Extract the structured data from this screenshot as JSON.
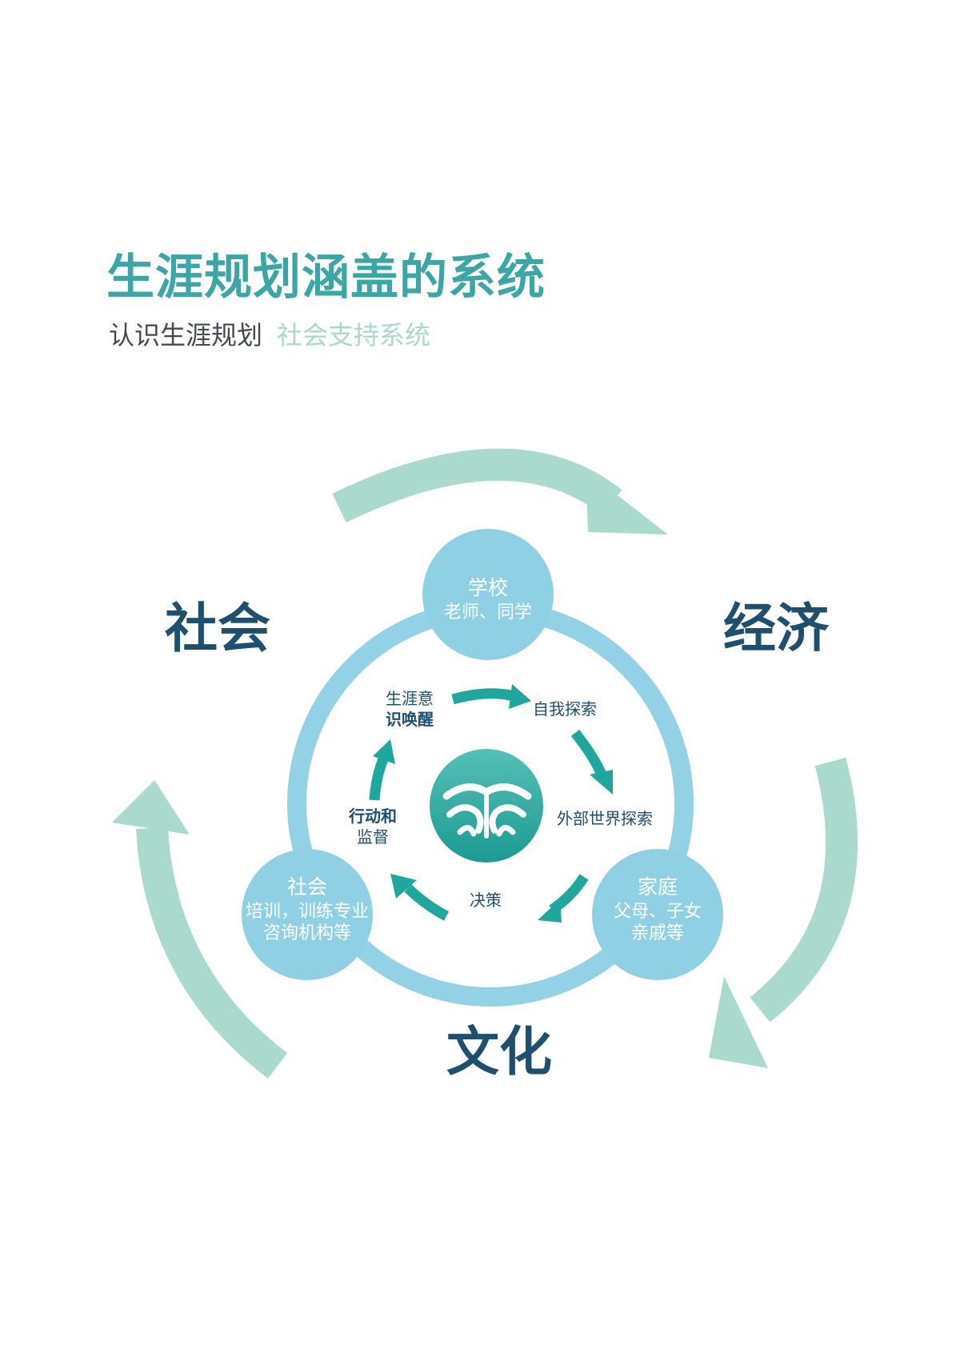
{
  "header": {
    "title": "生涯规划涵盖的系统",
    "subtitle_part1": "认识生涯规划",
    "subtitle_part2": "社会支持系统"
  },
  "outer_labels": {
    "society": "社会",
    "economy": "经济",
    "culture": "文化"
  },
  "nodes": {
    "school": {
      "title": "学校",
      "line1": "老师、同学"
    },
    "family": {
      "title": "家庭",
      "line1": "父母、子女",
      "line2": "亲戚等"
    },
    "society": {
      "title": "社会",
      "line1": "培训，训练专业",
      "line2": "咨询机构等"
    }
  },
  "cycle": {
    "awareness_line1": "生涯意",
    "awareness_line2": "识唤醒",
    "self_explore": "自我探索",
    "world_explore": "外部世界探索",
    "decision": "决策",
    "action_line1": "行动和",
    "action_line2": "监督"
  },
  "colors": {
    "title": "#3aa6a6",
    "outer_arrow": "#a9dacd",
    "ring": "#93d1e6",
    "node": "#8fd0e5",
    "inner_arrow": "#1ea79d",
    "label_dark": "#1f4f6e",
    "logo": "#2aa79c"
  },
  "icons": [
    "curved-arrow-icon",
    "logo-icon"
  ]
}
